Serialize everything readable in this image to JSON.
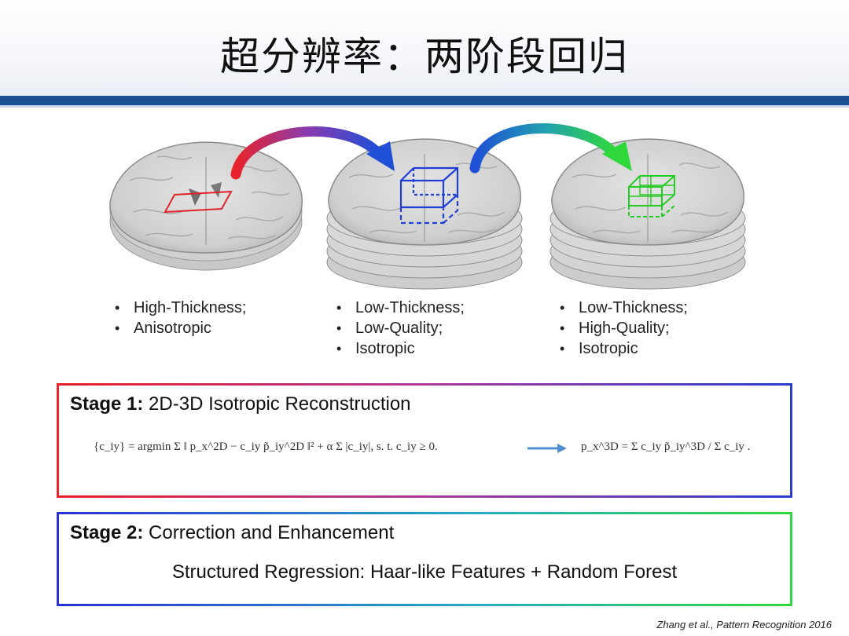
{
  "slide": {
    "title": "超分辨率：两阶段回归",
    "citation": "Zhang et al., Pattern Recognition 2016"
  },
  "brains": [
    {
      "bullets": [
        "High-Thickness;",
        "Anisotropic"
      ]
    },
    {
      "bullets": [
        "Low-Thickness;",
        "Low-Quality;",
        "Isotropic"
      ]
    },
    {
      "bullets": [
        "Low-Thickness;",
        "High-Quality;",
        "Isotropic"
      ]
    }
  ],
  "stage1": {
    "label": "Stage 1:",
    "title": "2D-3D Isotropic Reconstruction",
    "formula_left": "{c_iy} = argmin Σ ‖ p_x^2D − c_iy p̃_iy^2D ‖² + α Σ |c_iy|, s. t. c_iy ≥ 0.",
    "formula_right": "p_x^3D = Σ c_iy p̃_iy^3D / Σ c_iy ."
  },
  "stage2": {
    "label": "Stage 2:",
    "title": "Correction and Enhancement",
    "body": "Structured Regression: Haar-like Features + Random Forest"
  },
  "colors": {
    "title_rule": "#1d4f93",
    "arrow1_start": "#e8232a",
    "arrow1_end": "#1f4fd6",
    "arrow2_start": "#1f4fd6",
    "arrow2_end": "#2fd83b",
    "patch_red": "#e0242a",
    "cube_blue": "#1f3fd6",
    "cube_green": "#22cc22"
  }
}
